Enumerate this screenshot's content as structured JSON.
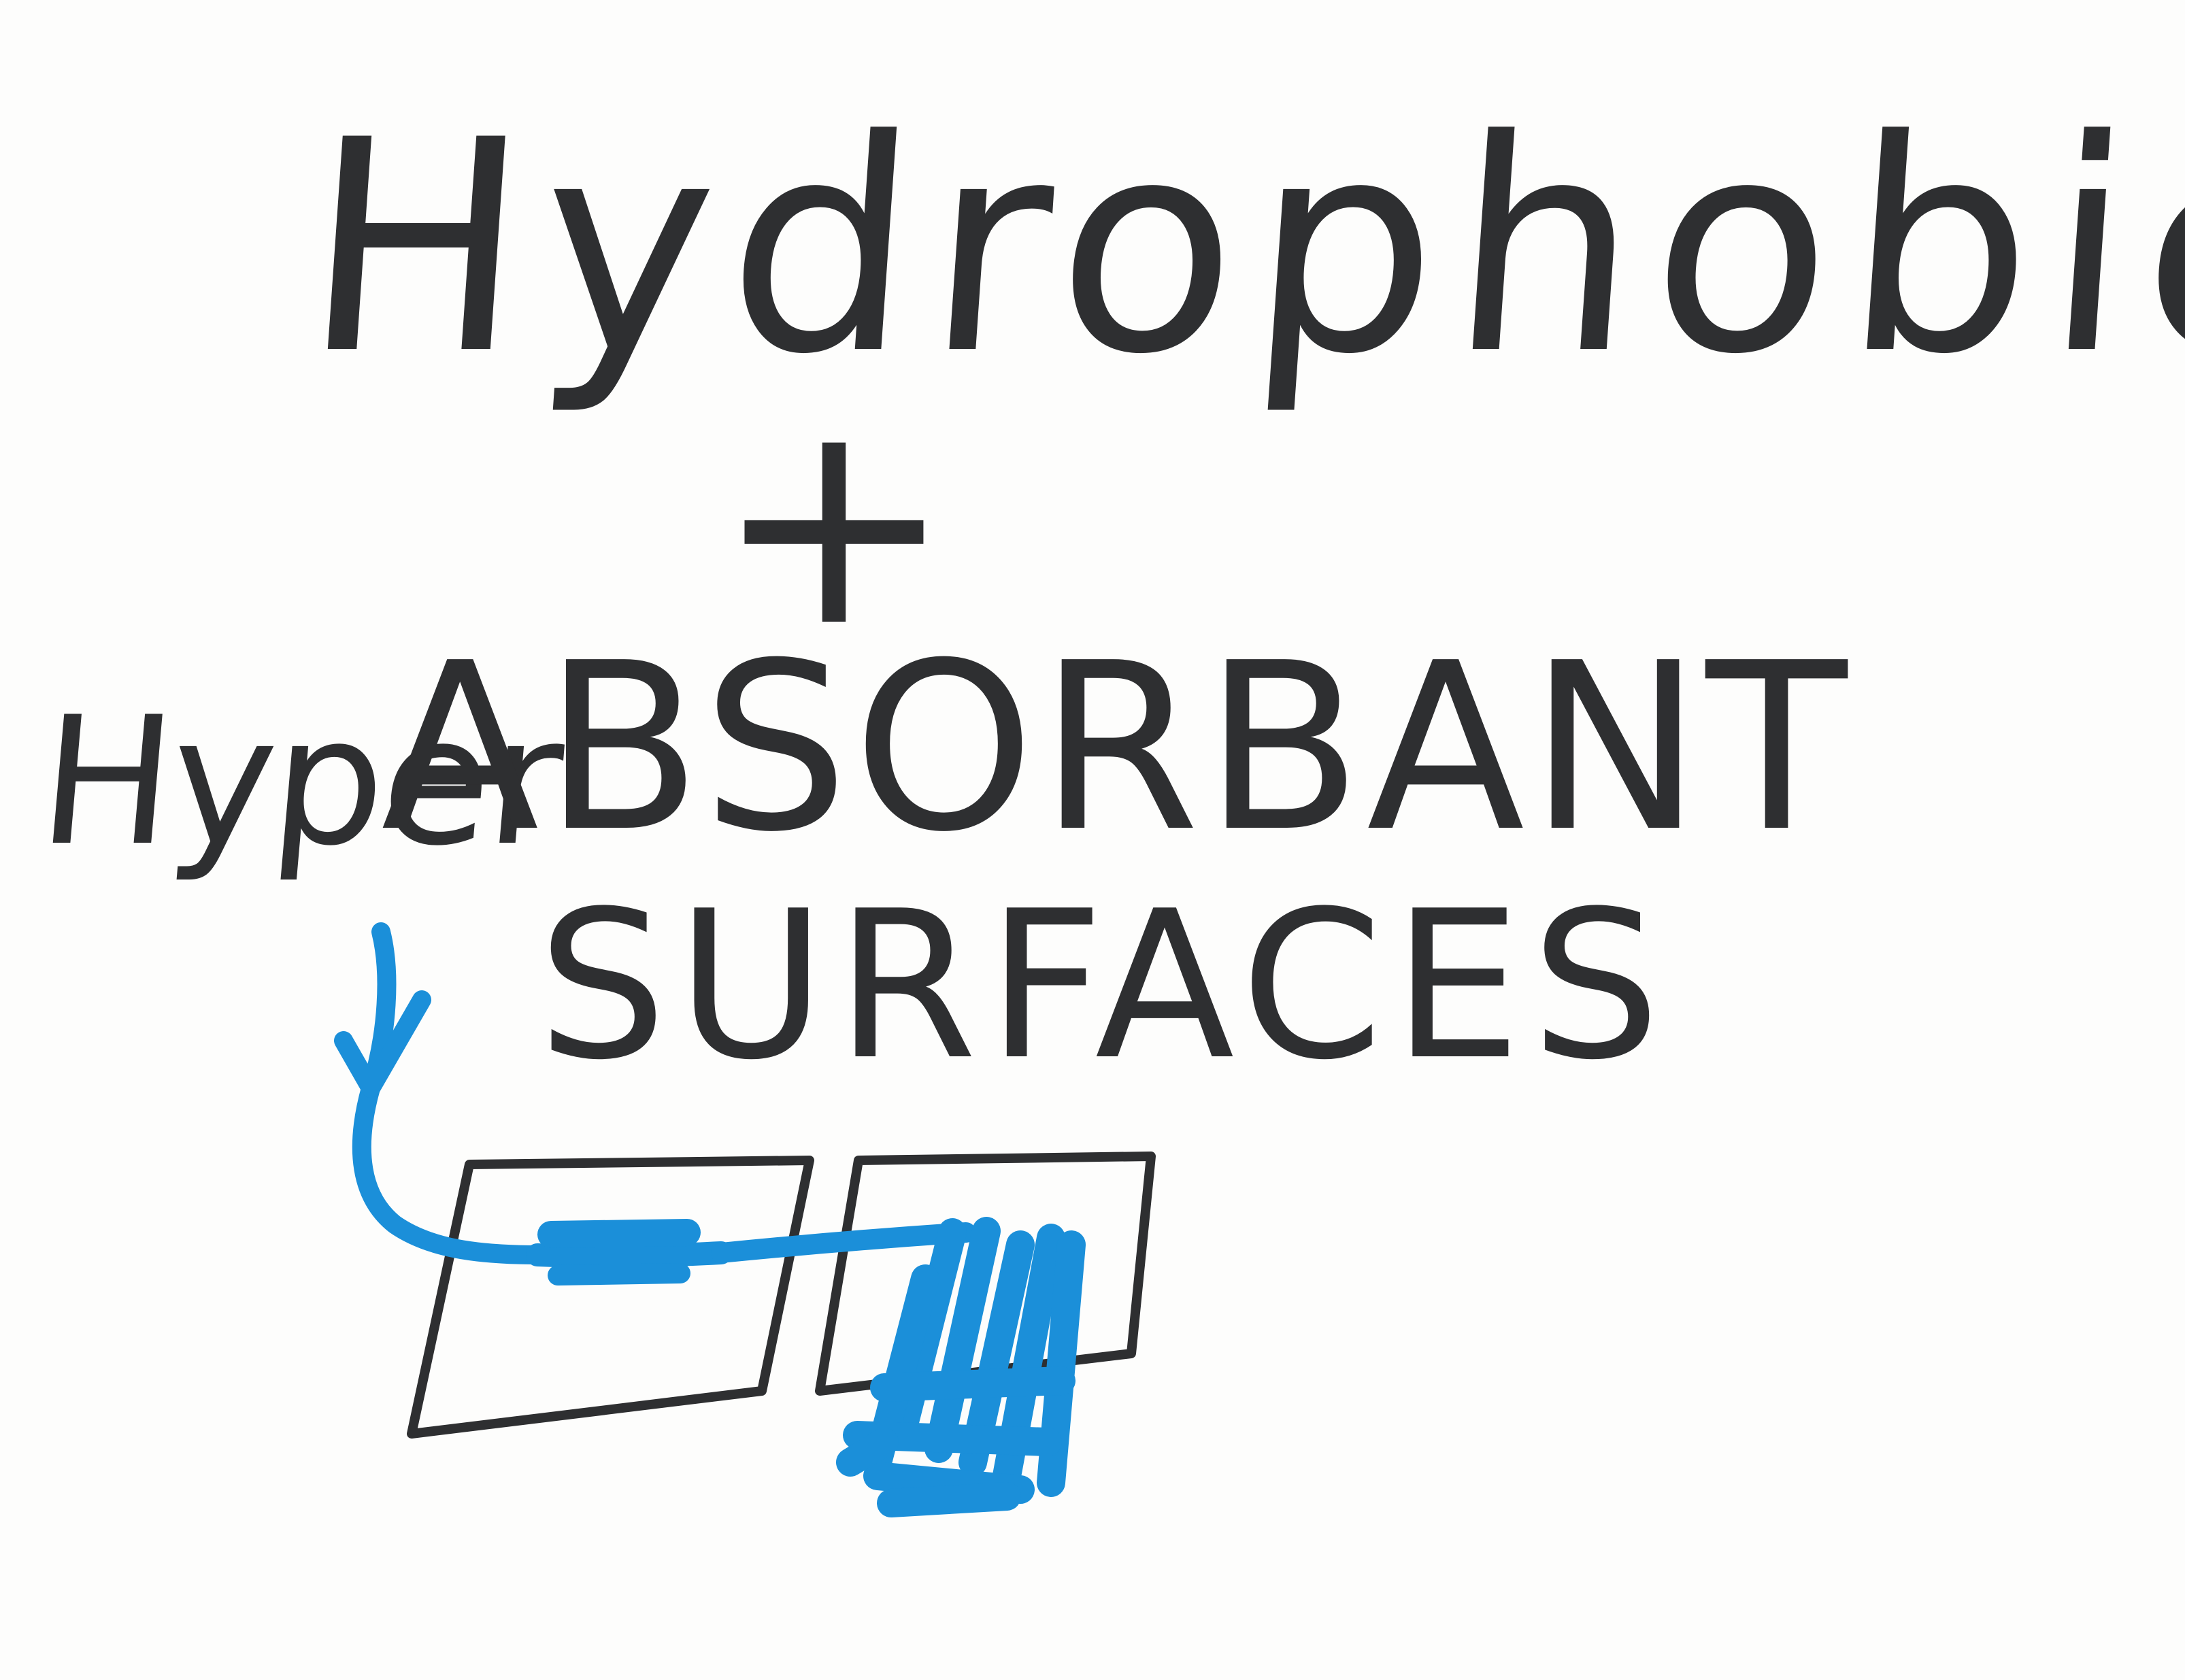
{
  "note": {
    "line1": "Hydrophobic",
    "plus": "+",
    "line2_prefix": "Hyper",
    "line2_main": "ABSORBANT",
    "line3": "SURFACES"
  },
  "colors": {
    "ink": "#2e2f31",
    "marker_blue": "#1b8fd9",
    "paper": "#fdfdfc"
  }
}
